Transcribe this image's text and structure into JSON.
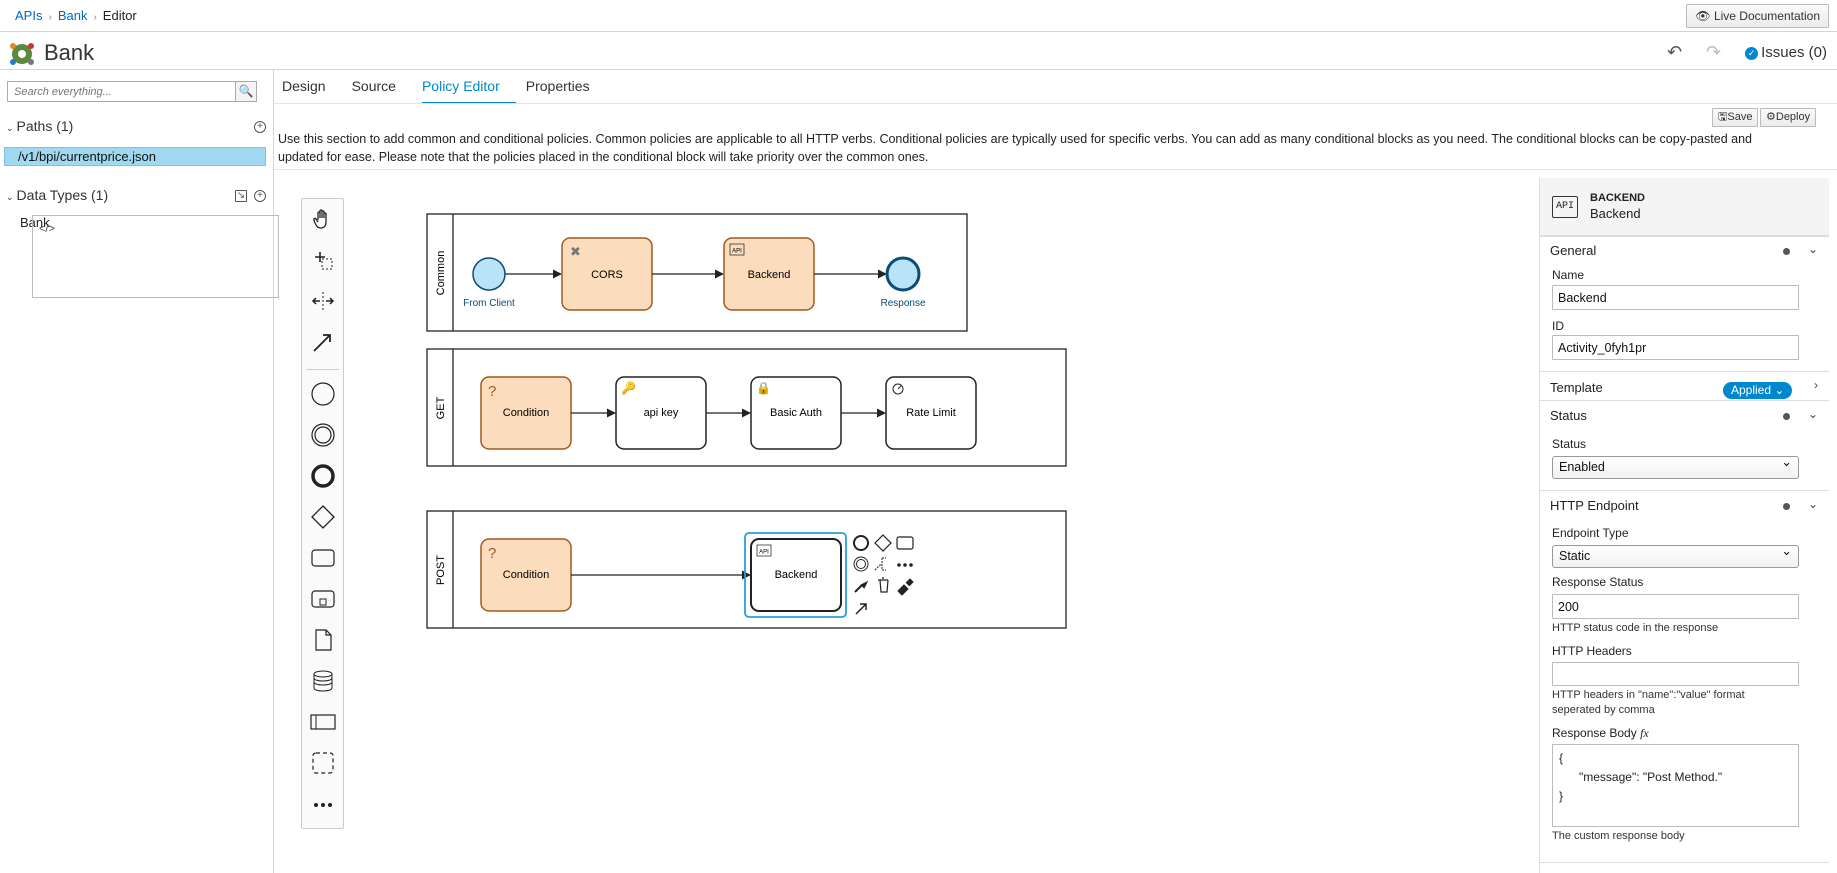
{
  "breadcrumb": {
    "apis": "APIs",
    "bank": "Bank",
    "current": "Editor"
  },
  "live_doc_label": "Live Documentation",
  "app_title": "Bank",
  "issues_label": "Issues (0)",
  "sidebar": {
    "search_placeholder": "Search everything...",
    "paths_header": "Paths (1)",
    "path_item": "/v1/bpi/currentprice.json",
    "data_types_header": "Data Types (1)",
    "data_type_item": "Bank"
  },
  "tabs": [
    "Design",
    "Source",
    "Policy Editor",
    "Properties"
  ],
  "actions": {
    "save": "Save",
    "deploy": "Deploy"
  },
  "description": "Use this section to add common and conditional policies. Common policies are applicable to all HTTP verbs. Conditional policies are typically used for specific verbs. You can add as many conditional blocks as you need. The conditional blocks can be copy-pasted and updated for ease. Please note that the policies placed in the conditional block will take priority over the common ones.",
  "diagram": {
    "lanes": {
      "common": {
        "label": "Common",
        "start": "From Client",
        "task1": "CORS",
        "task2": "Backend",
        "end": "Response"
      },
      "get": {
        "label": "GET",
        "task1": "Condition",
        "task2": "api key",
        "task3": "Basic Auth",
        "task4": "Rate Limit"
      },
      "post": {
        "label": "POST",
        "task1": "Condition",
        "task2": "Backend"
      }
    }
  },
  "panel": {
    "type": "BACKEND",
    "name": "Backend",
    "general_header": "General",
    "name_label": "Name",
    "name_value": "Backend",
    "id_label": "ID",
    "id_value": "Activity_0fyh1pr",
    "template_header": "Template",
    "template_badge": "Applied",
    "status_header": "Status",
    "status_label": "Status",
    "status_value": "Enabled",
    "http_header": "HTTP Endpoint",
    "endpoint_type_label": "Endpoint Type",
    "endpoint_type_value": "Static",
    "response_status_label": "Response Status",
    "response_status_value": "200",
    "response_status_hint": "HTTP status code in the response",
    "headers_label": "HTTP Headers",
    "headers_value": "",
    "headers_hint": "HTTP headers in \"name\":\"value\" format seperated by comma",
    "body_label": "Response Body",
    "body_value": "{\n      \"message\": \"Post Method.\"\n}",
    "body_hint": "The custom response body"
  },
  "colors": {
    "accent": "#0088ce",
    "task_fill": "#fbdcbd",
    "task_stroke": "#9c5b1f",
    "event_fill": "#b9e3f7",
    "selected_row": "#9fd8ef"
  }
}
